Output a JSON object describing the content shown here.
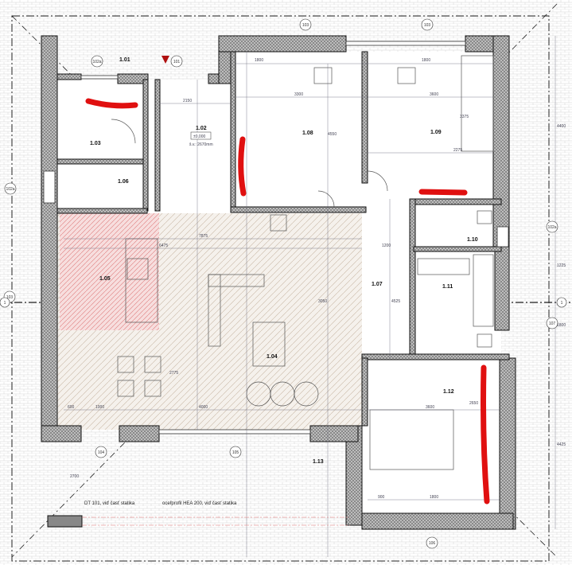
{
  "rooms": {
    "r101": "1.01",
    "r102": "1.02",
    "r103": "1.03",
    "r104": "1.04",
    "r105": "1.05",
    "r106": "1.06",
    "r107": "1.07",
    "r108": "1.08",
    "r109": "1.09",
    "r110": "1.10",
    "r111": "1.11",
    "r112": "1.12",
    "r113": "1.13"
  },
  "level": {
    "elevation": "±0,000",
    "clear_height": "š.v.: 2670mm"
  },
  "notes": {
    "beam1": "DT 101, viď časť statika",
    "beam2": "oceľprofil HEA 200, viď časť statika"
  },
  "grid_markers": {
    "g103a": "103",
    "g103b": "103",
    "g102a_entry": "102a",
    "g101": "101",
    "g102a_left": "102a",
    "g103_left": "103",
    "g102a_right": "102a",
    "g107": "107",
    "g104": "104",
    "g105": "105",
    "g106": "106",
    "axis_left": "1",
    "axis_right": "1"
  },
  "dimensions": {
    "d1": "3300",
    "d2": "3600",
    "d3": "2150",
    "d4": "1800",
    "d5": "1800",
    "d6": "4000",
    "d7": "7875",
    "d8": "3600",
    "d9": "2650",
    "d10": "4400",
    "d11": "4425",
    "d12": "1800",
    "d13": "1225",
    "d14": "4550",
    "d15": "3375",
    "d16": "2275",
    "d17": "1200",
    "d18": "4525",
    "d19": "6475",
    "d20": "2775",
    "d21": "3050",
    "d22": "1000",
    "d23": "2700",
    "d24": "600",
    "d25": "900",
    "d26": "1800"
  },
  "colors": {
    "wall": "#6b6b6b",
    "markup": "#e01010",
    "kitchen": "#d94a4a",
    "living": "#b8a28a"
  }
}
